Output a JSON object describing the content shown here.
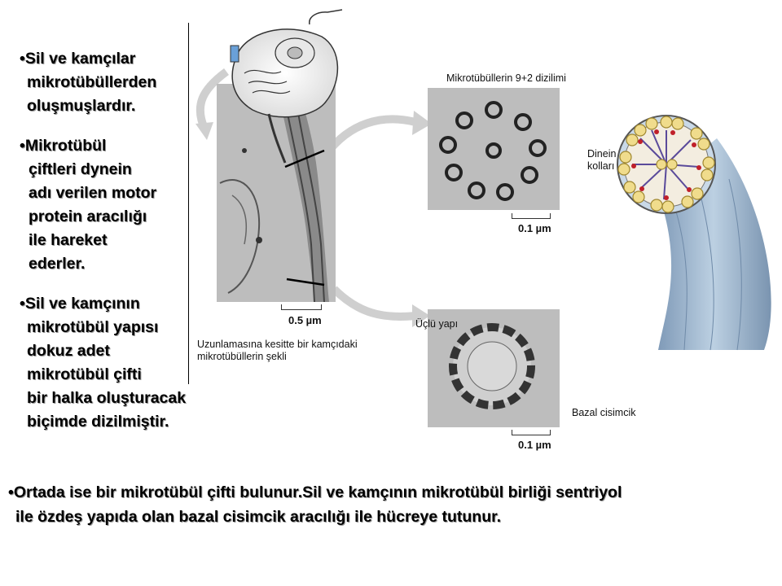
{
  "left_text": {
    "bullet1": [
      "•Sil ve kamçılar",
      "mikrotübüllerden",
      "oluşmuşlardır."
    ],
    "bullet2": [
      "•Mikrotübül",
      "çiftleri dynein",
      "adı verilen motor",
      "protein aracılığı",
      "ile hareket",
      "ederler."
    ],
    "bullet3": [
      "•Sil ve kamçının",
      "mikrotübül yapısı",
      "dokuz adet",
      "mikrotübül çifti",
      "bir halka oluşturacak",
      "biçimde dizilmiştir."
    ]
  },
  "bottom_text": [
    "•Ortada ise bir mikrotübül çifti bulunur.Sil ve kamçının mikrotübül birliği sentriyol",
    "ile özdeş yapıda olan bazal cisimcik aracılığı ile hücreye tutunur."
  ],
  "captions": {
    "longitudinal": [
      "Uzunlamasına kesitte bir kamçıdaki",
      "mikrotübüllerin  şekli"
    ],
    "arrangement": "Mikrotübüllerin 9+2 dizilimi",
    "triplet": "Üçlü yapı",
    "dynein": [
      "Dinein",
      "kolları"
    ],
    "basal": "Bazal cisimcik"
  },
  "scale_labels": {
    "longitudinal": "0.5 µm",
    "cross_section": "0.1 µm",
    "basal_section": "0.1 µm"
  },
  "colors": {
    "micrograph_bg": "#bdbdbd",
    "flagellum_blue": "#9db4cc",
    "tubule_yellow": "#f0dc8c",
    "dynein_red": "#c0202a",
    "spoke_purple": "#5a4a9a"
  }
}
